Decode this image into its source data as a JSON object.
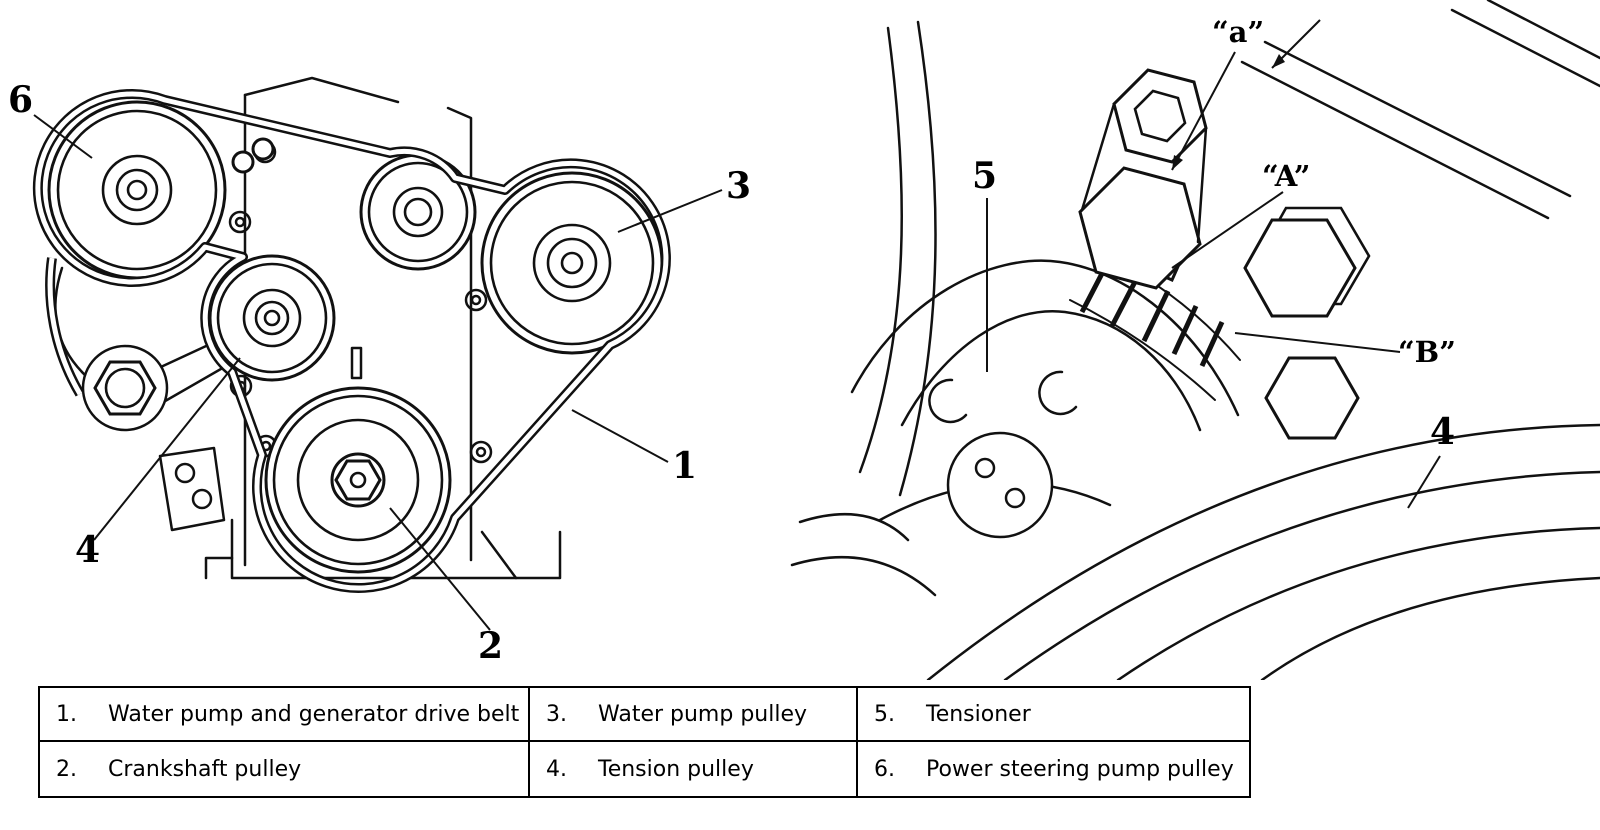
{
  "callouts_left": {
    "item6": "6",
    "item3": "3",
    "item1": "1",
    "item4": "4",
    "item2": "2"
  },
  "callouts_right": {
    "gap_a": "“a”",
    "mark_A": "“A”",
    "mark_B": "“B”",
    "item4": "4",
    "item5": "5"
  },
  "legend": {
    "rows": [
      {
        "num": "1.",
        "label": "Water pump and generator drive belt"
      },
      {
        "num": "2.",
        "label": "Crankshaft pulley"
      },
      {
        "num": "3.",
        "label": "Water pump pulley"
      },
      {
        "num": "4.",
        "label": "Tension pulley"
      },
      {
        "num": "5.",
        "label": "Tensioner"
      },
      {
        "num": "6.",
        "label": "Power steering pump pulley"
      }
    ]
  }
}
